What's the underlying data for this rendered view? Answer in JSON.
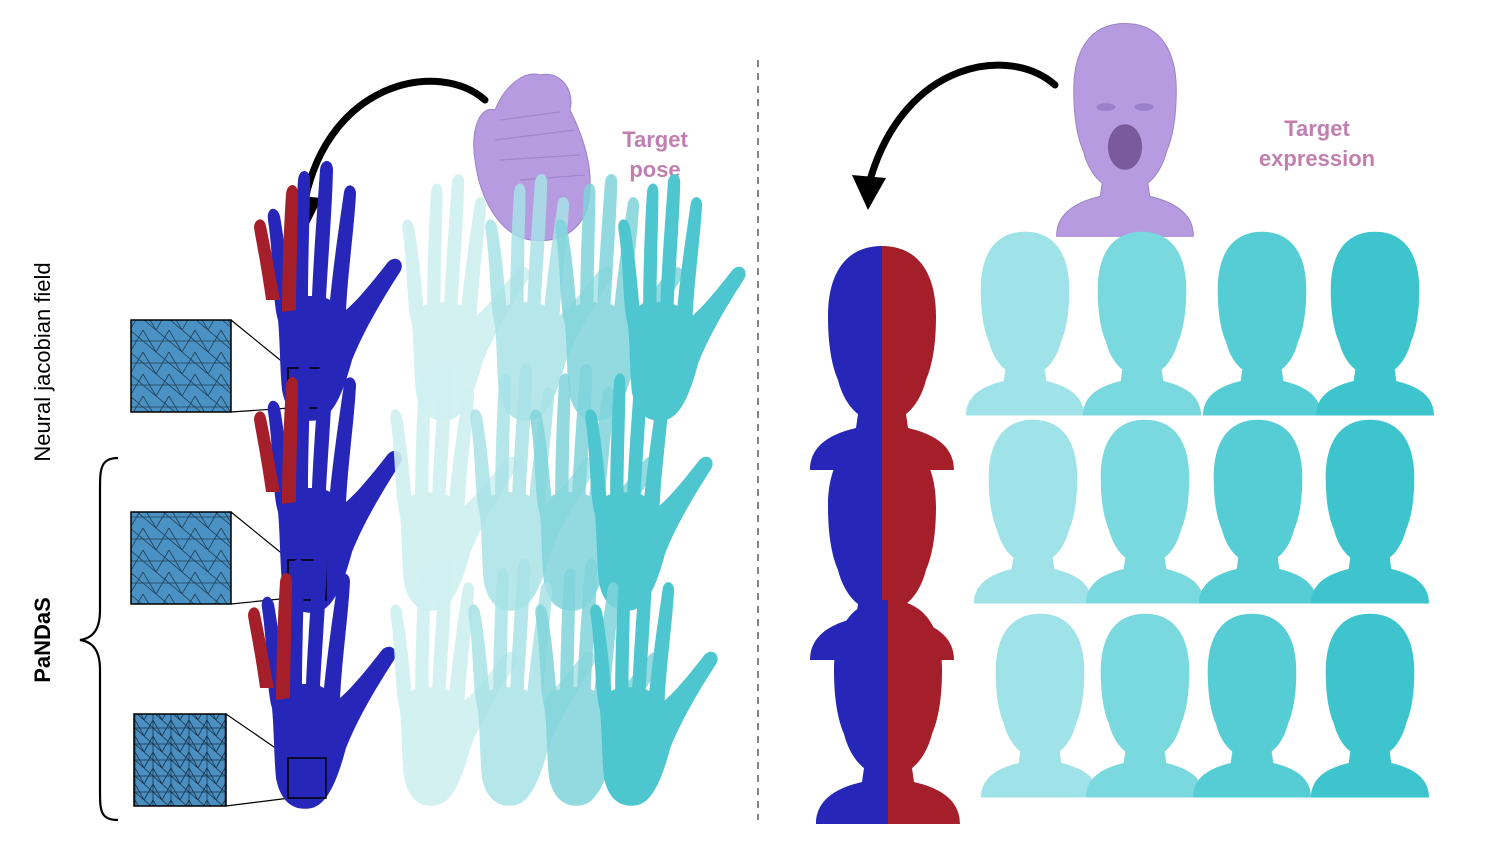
{
  "labels": {
    "target_pose_line1": "Target",
    "target_pose_line2": "pose",
    "target_expression_line1": "Target",
    "target_expression_line2": "expression",
    "row_njf": "Neural jacobian field",
    "row_pandas": "PaNDaS"
  },
  "colors": {
    "target": "#b79be0",
    "target_label": "#c07fae",
    "source_blue": "#2626b8",
    "source_red": "#a51f2a",
    "mesh_inset": "#4a92c4",
    "seq_light": "#bfecef",
    "seq_dark": "#3ec4cc"
  },
  "icons": [
    "curved-arrow-icon",
    "curved-arrow-icon"
  ]
}
